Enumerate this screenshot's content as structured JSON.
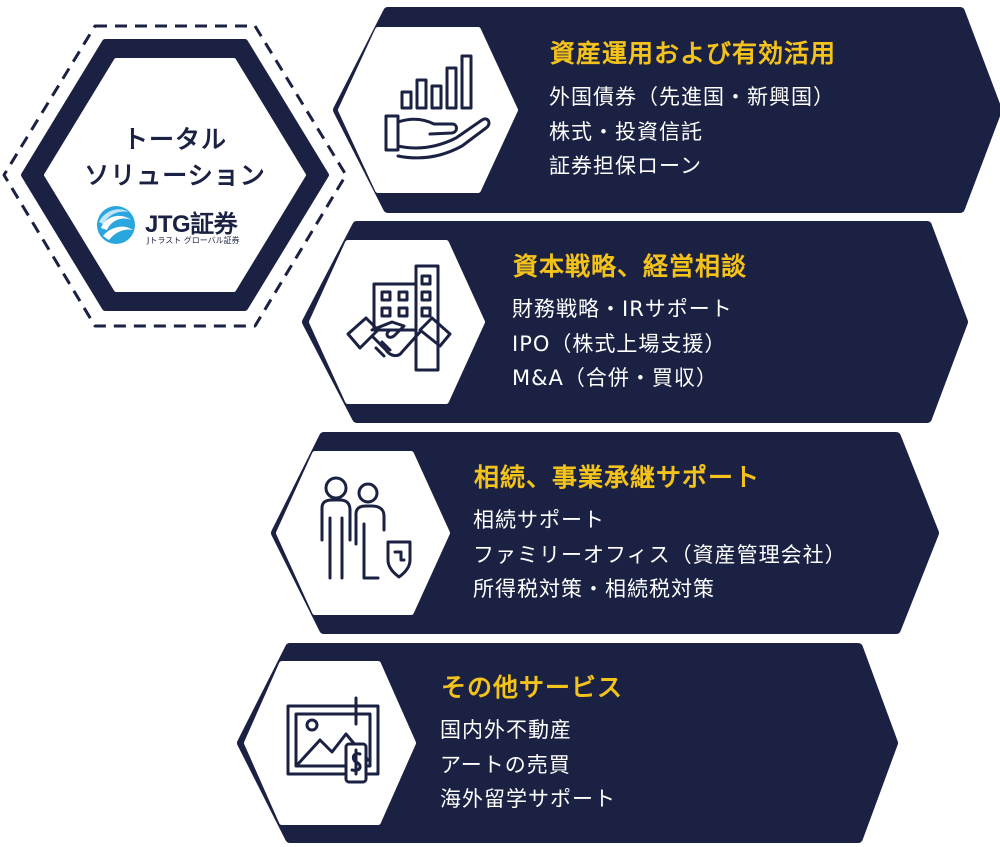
{
  "hub": {
    "title_line1": "トータル",
    "title_line2": "ソリューション",
    "brand_name": "JTG証券",
    "brand_sub": "Jトラスト グローバル証券"
  },
  "colors": {
    "navy": "#1b2142",
    "accent": "#f3c21b",
    "text": "#ffffff"
  },
  "cards": [
    {
      "icon": "hand-with-bar-chart-icon",
      "title": "資産運用および有効活用",
      "items": [
        "外国債券（先進国・新興国）",
        "株式・投資信託",
        "証券担保ローン"
      ]
    },
    {
      "icon": "buildings-handshake-icon",
      "title": "資本戦略、経営相談",
      "items": [
        "財務戦略・IRサポート",
        "IPO（株式上場支援）",
        "M&A（合併・買収）"
      ]
    },
    {
      "icon": "family-shield-icon",
      "title": "相続、事業承継サポート",
      "items": [
        "相続サポート",
        "ファミリーオフィス（資産管理会社）",
        "所得税対策・相続税対策"
      ]
    },
    {
      "icon": "framed-art-price-tag-icon",
      "title": "その他サービス",
      "items": [
        "国内外不動産",
        "アートの売買",
        "海外留学サポート"
      ]
    }
  ]
}
